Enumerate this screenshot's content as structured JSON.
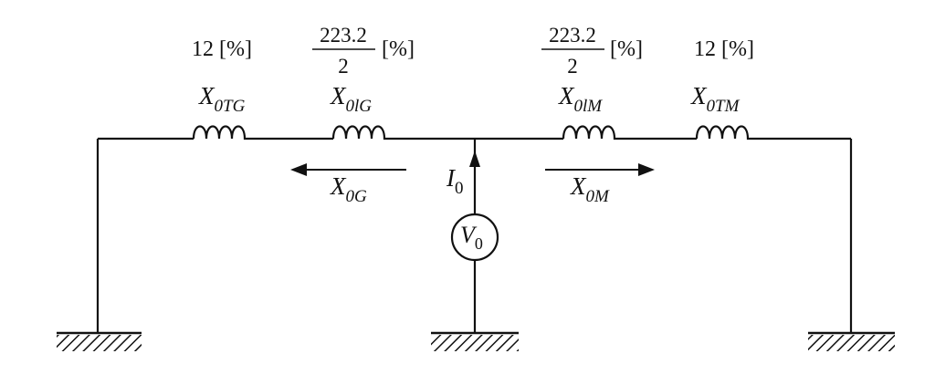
{
  "labels": {
    "tg_value": "12 [%]",
    "lg_num": "223.2",
    "lg_den": "2",
    "lg_unit": "[%]",
    "lm_num": "223.2",
    "lm_den": "2",
    "lm_unit": "[%]",
    "tm_value": "12 [%]"
  },
  "symbols": {
    "x": "X",
    "x0tg_sub": "0TG",
    "x0lg_sub": "0lG",
    "x0lm_sub": "0lM",
    "x0tm_sub": "0TM",
    "x0g_sub": "0G",
    "x0m_sub": "0M",
    "i": "I",
    "i0_sub": "0",
    "v": "V",
    "v0_sub": "0"
  },
  "colors": {
    "line": "#111111",
    "background": "#ffffff"
  }
}
